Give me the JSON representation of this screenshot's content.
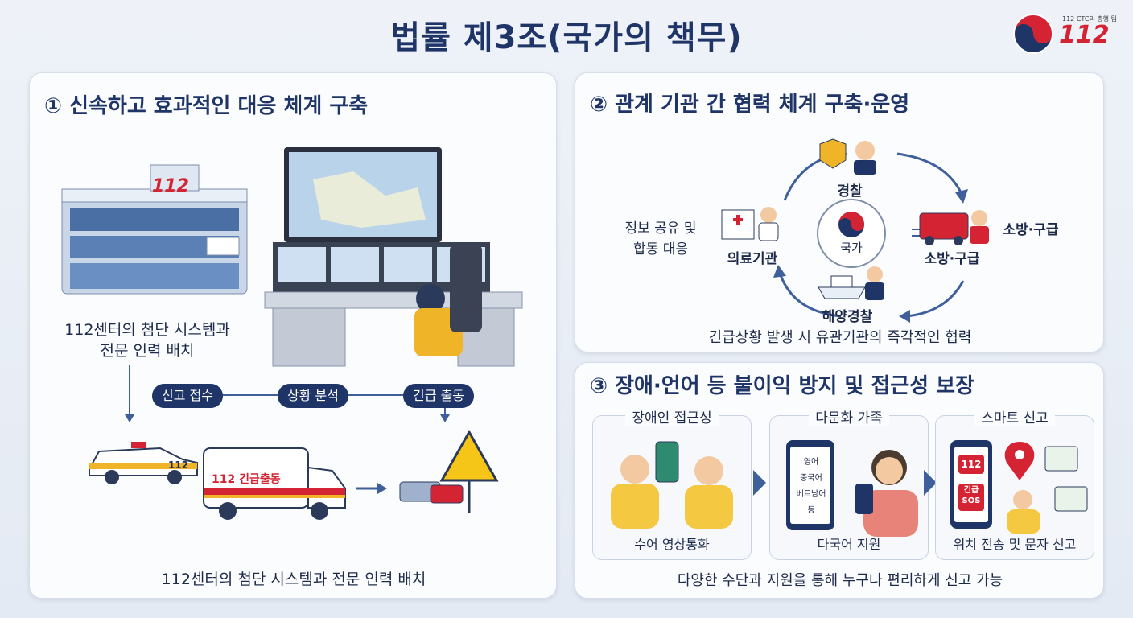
{
  "header": {
    "title": "법률 제3조(국가의 책무)",
    "logo_sub": "112 CTC의 총행 팀",
    "logo_num": "112"
  },
  "panel1": {
    "title": "① 신속하고 효과적인 대응 체계 구축",
    "building_sign": "112",
    "left_caption_line1": "112센터의 첨단 시스템과",
    "left_caption_line2": "전문 인력 배치",
    "steps": [
      "신고 접수",
      "상황 분석",
      "긴급 출동"
    ],
    "police_car_label": "112",
    "ambulance_label": "112 긴급출동",
    "bottom_caption": "112센터의 첨단 시스템과 전문 인력 배치"
  },
  "panel2": {
    "title": "② 관계 기관 간 협력 체계 구축·운영",
    "center_label": "국가",
    "nodes": {
      "police": "경찰",
      "fire": "소방·구급",
      "coast": "해양경찰",
      "medical": "의료기관"
    },
    "fire_side_label": "소방·구급",
    "side_note_line1": "정보 공유 및",
    "side_note_line2": "합동 대응",
    "bottom_caption": "긴급상황 발생 시 유관기관의 즉각적인 협력"
  },
  "panel3": {
    "title": "③ 장애·언어 등 불이익 방지 및 접근성 보장",
    "cards": [
      {
        "title": "장애인 접근성",
        "caption": "수어 영상통화"
      },
      {
        "title": "다문화 가족",
        "caption": "다국어 지원",
        "phone_items": [
          "영어",
          "중국어",
          "베트남어",
          "등"
        ]
      },
      {
        "title": "스마트 신고",
        "caption": "위치 전송 및 문자 신고",
        "phone_items": [
          "112",
          "긴급 SOS"
        ]
      }
    ],
    "bottom_caption": "다양한 수단과 지원을 통해 누구나 편리하게 신고 가능"
  },
  "colors": {
    "navy": "#1f3568",
    "red": "#d42433",
    "blue_arrow": "#3e5f9a",
    "officer_yellow": "#f0b429"
  }
}
